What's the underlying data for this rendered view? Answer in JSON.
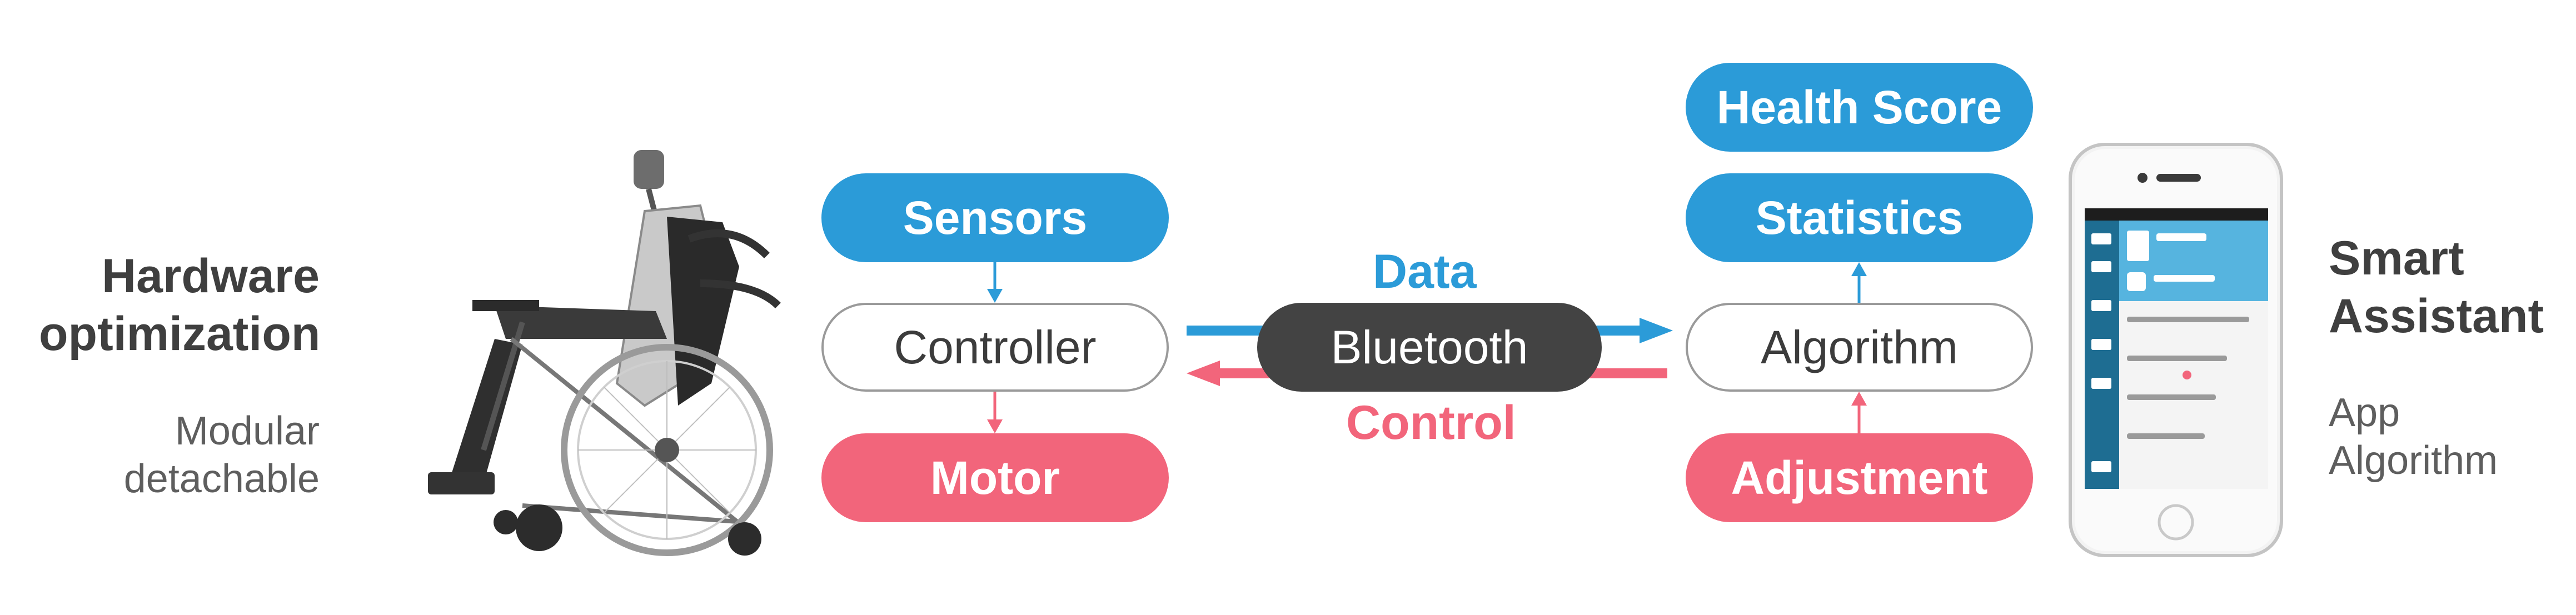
{
  "left_panel": {
    "title_line1": "Hardware",
    "title_line2": "optimization",
    "sub_line1": "Modular",
    "sub_line2": "detachable",
    "image_icon": "wheelchair-illustration"
  },
  "controller_stack": {
    "sensors": "Sensors",
    "controller": "Controller",
    "motor": "Motor"
  },
  "link": {
    "data_label": "Data",
    "bluetooth": "Bluetooth",
    "control_label": "Control"
  },
  "algorithm_stack": {
    "health_score": "Health Score",
    "statistics": "Statistics",
    "algorithm": "Algorithm",
    "adjustment": "Adjustment"
  },
  "right_panel": {
    "title_line1": "Smart",
    "title_line2": "Assistant",
    "sub_line1": "App",
    "sub_line2": "Algorithm",
    "image_icon": "smartphone-app-illustration"
  },
  "colors": {
    "blue": "#2b9bd8",
    "pink": "#f2657b",
    "dark": "#434343"
  }
}
